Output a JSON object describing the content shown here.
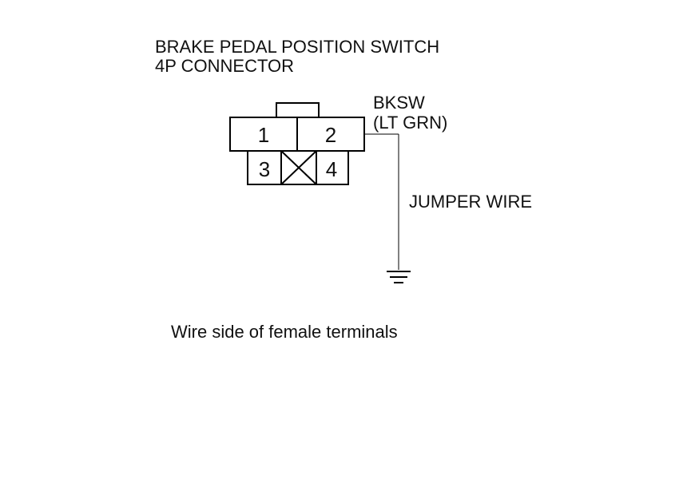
{
  "diagram": {
    "title_line1": "BRAKE PEDAL POSITION SWITCH",
    "title_line2": "4P CONNECTOR",
    "signal_line1": "BKSW",
    "signal_line2": "(LT GRN)",
    "wire_label": "JUMPER WIRE",
    "caption": "Wire side of female terminals",
    "pins": [
      "1",
      "2",
      "3",
      "4"
    ],
    "line_color": "#000000",
    "icons": [
      "ground-icon",
      "empty-cavity-icon"
    ]
  }
}
